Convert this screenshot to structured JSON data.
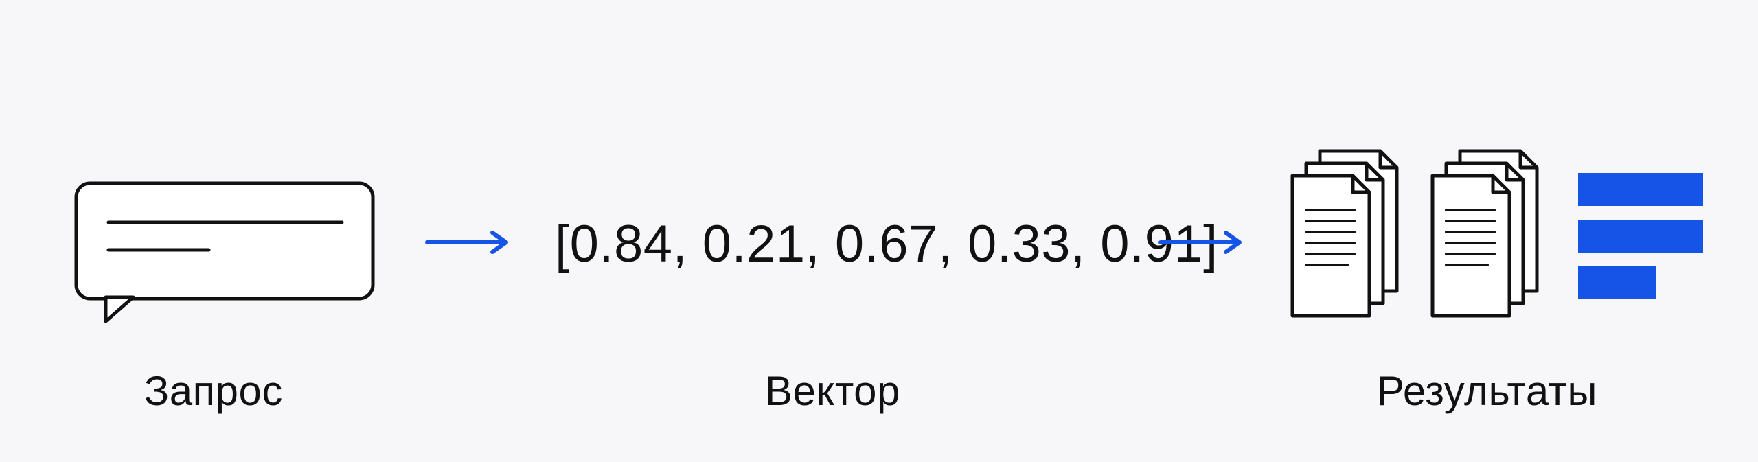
{
  "diagram": {
    "query_label": "Запрос",
    "vector_label": "Вектор",
    "results_label": "Результаты",
    "vector_text": "[0.84, 0.21, 0.67, 0.33, 0.91]"
  },
  "icons": {
    "query": "chat-bubble-icon",
    "arrow": "right-arrow-icon",
    "results_docs": "document-stack-icon",
    "results_bars": "ranking-bars-icon"
  },
  "colors": {
    "accent": "#1654E8",
    "stroke": "#111111",
    "background": "#F7F7F9"
  }
}
